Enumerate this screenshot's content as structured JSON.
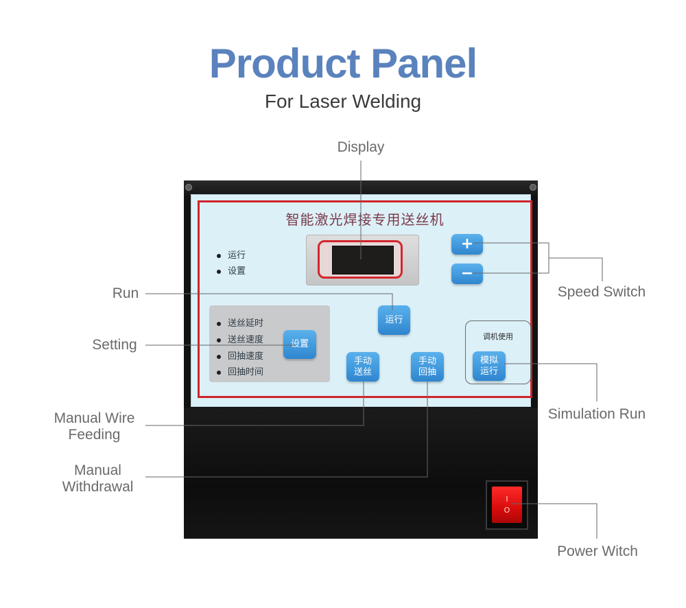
{
  "header": {
    "title": "Product Panel",
    "subtitle": "For Laser Welding"
  },
  "panel": {
    "title": "智能激光焊接专用送丝机",
    "indicators": [
      "运行",
      "设置"
    ],
    "settings_list": [
      "送丝延时",
      "送丝速度",
      "回抽速度",
      "回抽时间"
    ],
    "display_value": "",
    "buttons": {
      "run": "运行",
      "setting": "设置",
      "manual_feed": [
        "手动",
        "送丝"
      ],
      "manual_withdraw": [
        "手动",
        "回抽"
      ],
      "simulation": [
        "模拟",
        "运行"
      ],
      "plus": "+",
      "minus": "−"
    },
    "simulation_group_label": "调机使用",
    "power_switch": {
      "on_mark": "I",
      "off_mark": "O"
    }
  },
  "callouts": {
    "display": "Display",
    "run": "Run",
    "setting": "Setting",
    "manual_wire_feeding": [
      "Manual Wire",
      "Feeding"
    ],
    "manual_withdrawal": [
      "Manual",
      "Withdrawal"
    ],
    "speed_switch": "Speed Switch",
    "simulation_run": "Simulation Run",
    "power_switch": "Power Witch"
  },
  "colors": {
    "title": "#5a82bd",
    "panel_face": "#dcf0f8",
    "panel_border": "#d0242b",
    "button": "#3f97dc",
    "leader_line": "#666666"
  }
}
